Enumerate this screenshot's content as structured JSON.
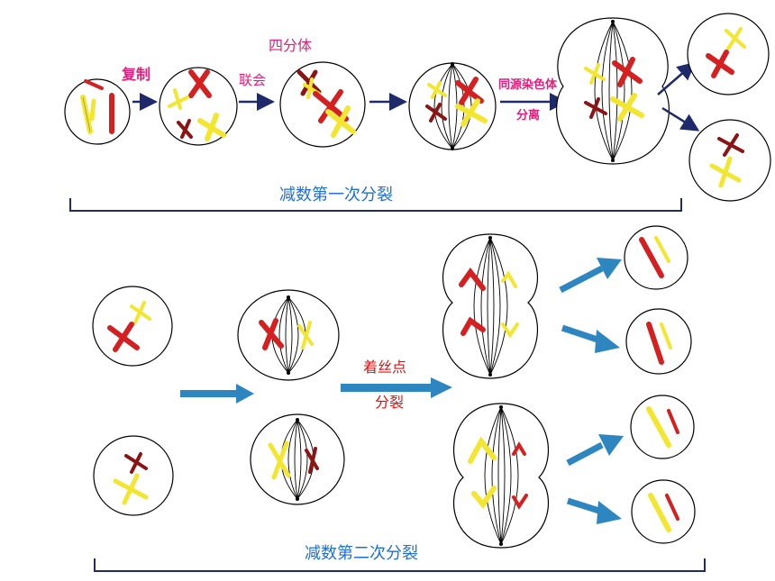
{
  "labels": {
    "replication": "复制",
    "synapsis": "联会",
    "tetrad": "四分体",
    "homolog_sep_line1": "同源染色体",
    "homolog_sep_line2": "分离",
    "meiosis1": "减数第一次分裂",
    "centromere_line1": "着丝点",
    "centromere_line2": "分裂",
    "meiosis2": "减数第二次分裂"
  },
  "colors": {
    "red_chromosome": "#d42020",
    "dark_red_chromosome": "#8b1414",
    "yellow_chromosome": "#f2e630",
    "pink_label": "#e0207a",
    "red_label": "#e01010",
    "blue_label": "#1f6fd6",
    "navy_arrow": "#1f2a6b",
    "blue_arrow": "#2e86c1",
    "bracket": "#1f2a6b"
  }
}
